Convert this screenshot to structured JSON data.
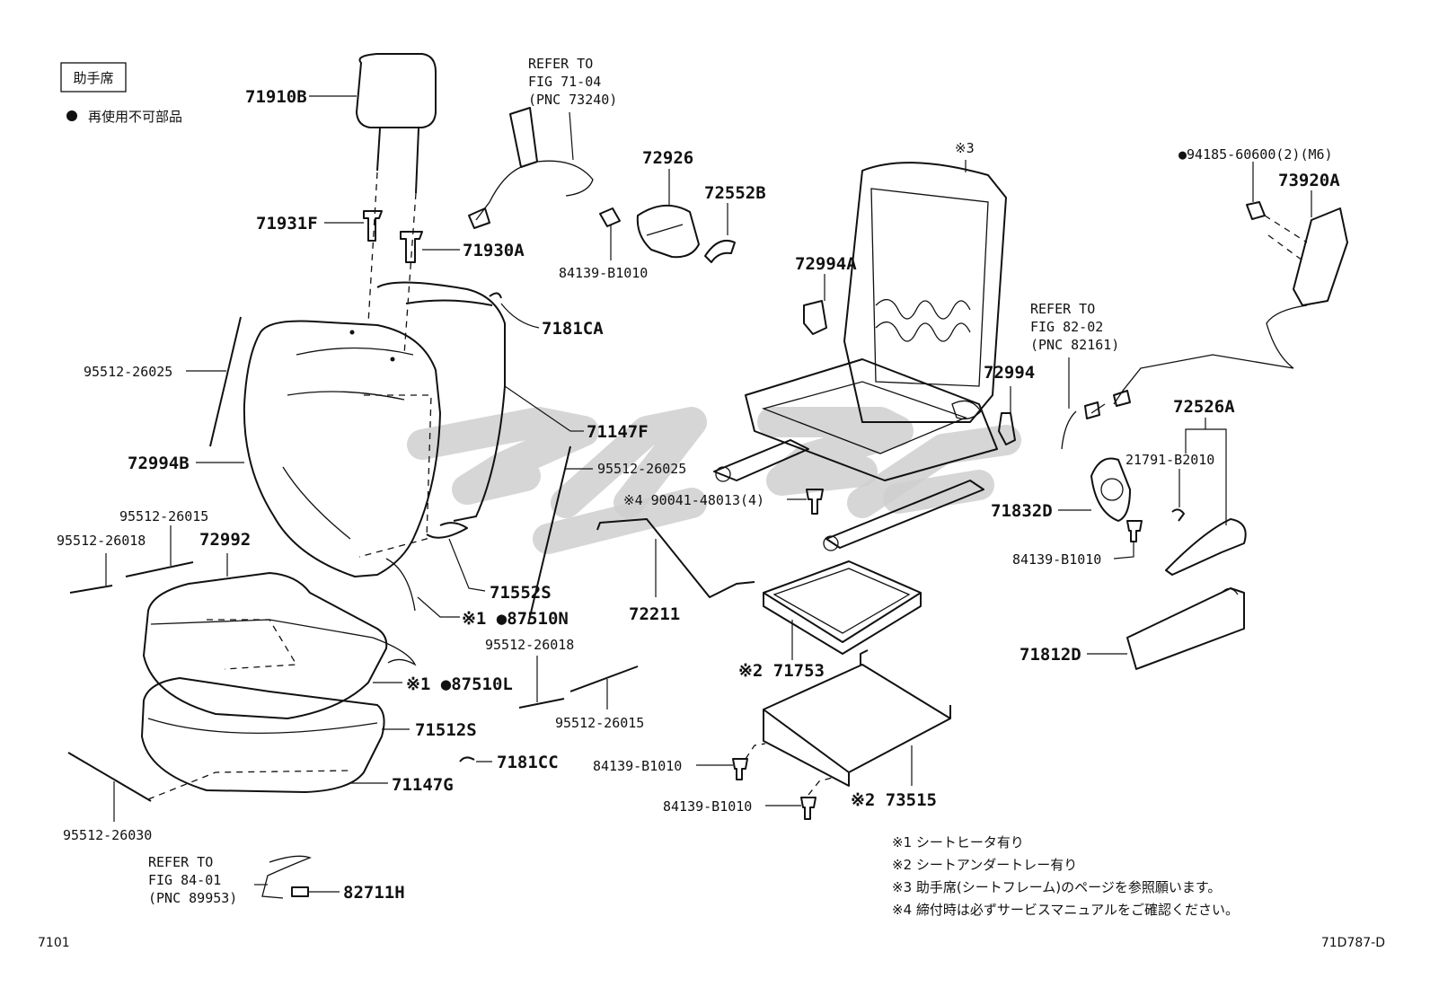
{
  "header": {
    "seat_tag": "助手席",
    "legend_dot_text": "再使用不可部品"
  },
  "labels": {
    "p71910B": "71910B",
    "p71931F": "71931F",
    "p71930A": "71930A",
    "p7181CA": "7181CA",
    "p95512_26025_a": "95512-26025",
    "p72994B": "72994B",
    "p71147F": "71147F",
    "p95512_26025_b": "95512-26025",
    "p95512_26015_a": "95512-26015",
    "p95512_26018_a": "95512-26018",
    "p72992": "72992",
    "p71552S": "71552S",
    "p87510N": "※1 ●87510N",
    "p87510L": "※1 ●87510L",
    "p95512_26018_b": "95512-26018",
    "p95512_26015_b": "95512-26015",
    "p71512S": "71512S",
    "p7181CC": "7181CC",
    "p71147G": "71147G",
    "p95512_26030": "95512-26030",
    "p82711H": "82711H",
    "p72926": "72926",
    "p72552B": "72552B",
    "p84139_B1010_a": "84139-B1010",
    "p72994A": "72994A",
    "p72994": "72994",
    "p90041": "※4 90041-48013(4)",
    "p72211": "72211",
    "p71753": "※2 71753",
    "p84139_B1010_b": "84139-B1010",
    "p84139_B1010_c": "84139-B1010",
    "p73515": "※2 73515",
    "p94185": "●94185-60600(2)(M6)",
    "p73920A": "73920A",
    "p72526A": "72526A",
    "p21791": "21791-B2010",
    "p71832D": "71832D",
    "p84139_B1010_d": "84139-B1010",
    "p71812D": "71812D",
    "mark3": "※3"
  },
  "refer": {
    "r1": [
      "REFER TO",
      "FIG 71-04",
      "(PNC 73240)"
    ],
    "r2": [
      "REFER TO",
      "FIG 82-02",
      "(PNC 82161)"
    ],
    "r3": [
      "REFER TO",
      "FIG 84-01",
      "(PNC 89953)"
    ]
  },
  "notes": [
    "※1  シートヒータ有り",
    "※2  シートアンダートレー有り",
    "※3  助手席(シートフレーム)のページを参照願います。",
    "※4  締付時は必ずサービスマニュアルをご確認ください。"
  ],
  "footer": {
    "page_code": "7101",
    "drawing_code": "71D787-D"
  },
  "colors": {
    "line": "#111111",
    "watermark": "#cfcfcf"
  }
}
